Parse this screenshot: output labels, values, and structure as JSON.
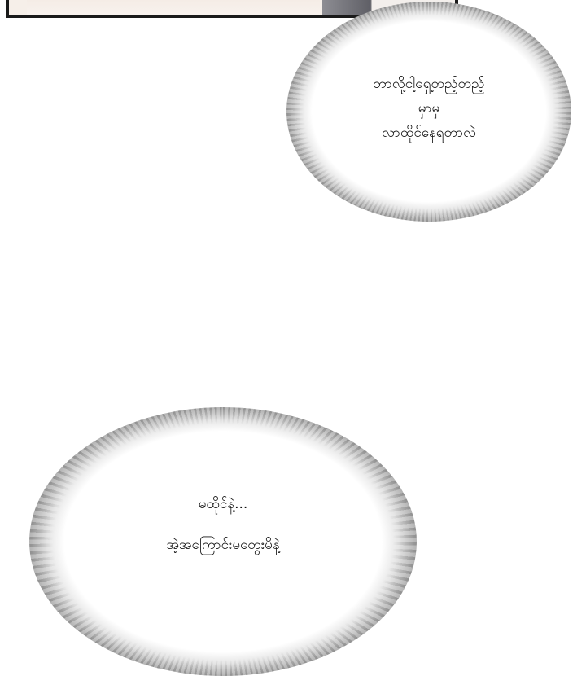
{
  "bubble_one": {
    "lines": [
      "ဘာလို့ငါ့ရှေ့တည့်တည့်",
      "မှာမှ",
      "လာထိုင်နေရတာလဲ"
    ]
  },
  "bubble_two": {
    "lines": [
      "မထိုင်နဲ့...",
      "အဲ့အကြောင်းမတွေးမိနဲ့"
    ]
  }
}
